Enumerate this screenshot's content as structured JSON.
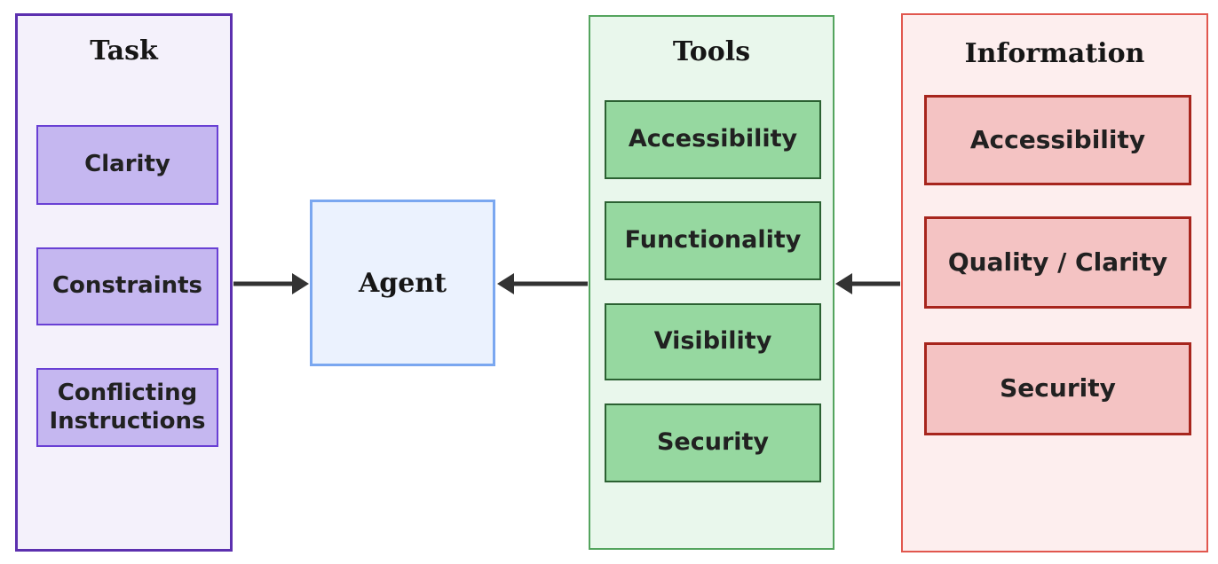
{
  "task": {
    "title": "Task",
    "items": [
      "Clarity",
      "Constraints",
      "Conflicting Instructions"
    ]
  },
  "agent": {
    "label": "Agent"
  },
  "tools": {
    "title": "Tools",
    "items": [
      "Accessibility",
      "Functionality",
      "Visibility",
      "Security"
    ]
  },
  "information": {
    "title": "Information",
    "items": [
      "Accessibility",
      "Quality / Clarity",
      "Security"
    ]
  },
  "arrows": [
    {
      "from": "task",
      "to": "agent"
    },
    {
      "from": "tools",
      "to": "agent"
    },
    {
      "from": "information",
      "to": "tools"
    }
  ],
  "colors": {
    "task_bg": "#f4f1fb",
    "task_border": "#5c30af",
    "task_item_bg": "#c5b7f0",
    "task_item_border": "#6940d4",
    "agent_bg": "#ebf2fe",
    "agent_border": "#7aa7f0",
    "tools_bg": "#e9f7ec",
    "tools_border": "#54a45e",
    "tools_item_bg": "#96d8a0",
    "tools_item_border": "#2b6132",
    "info_bg": "#fdeeee",
    "info_border": "#e1574e",
    "info_item_bg": "#f4c3c3",
    "info_item_border": "#a7251d",
    "arrow": "#333333"
  }
}
